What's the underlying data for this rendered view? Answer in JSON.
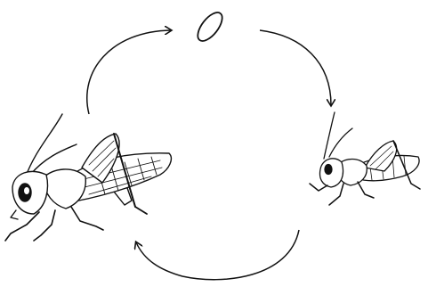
{
  "diagram": {
    "type": "life-cycle",
    "stages": [
      {
        "id": "egg",
        "icon": "egg-icon"
      },
      {
        "id": "nymph",
        "icon": "grasshopper-nymph-icon"
      },
      {
        "id": "adult",
        "icon": "grasshopper-adult-icon"
      }
    ],
    "cycle_direction": "clockwise",
    "line_color": "#111111",
    "background_color": "#ffffff"
  }
}
